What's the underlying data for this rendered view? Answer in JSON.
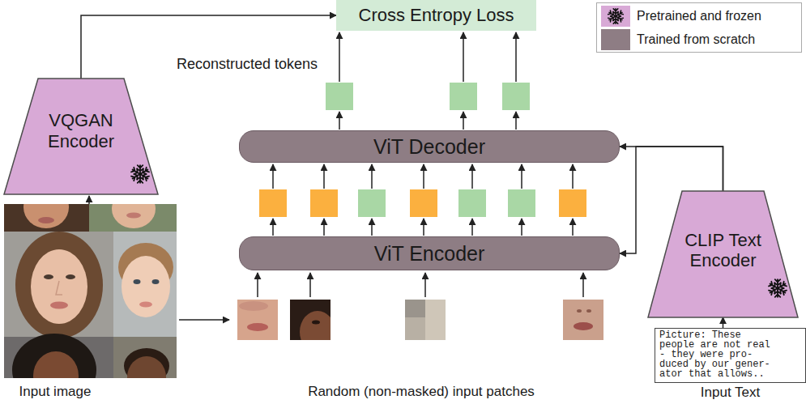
{
  "diagram": {
    "nodes": [
      {
        "text": [
          "Cross Entropy Loss"
        ]
      },
      {
        "text": [
          "VQGAN Encoder"
        ]
      },
      {
        "text": [
          "ViT Decoder"
        ]
      },
      {
        "text": [
          "ViT Encoder"
        ]
      },
      {
        "text": [
          "CLIP Text Encoder"
        ]
      },
      {
        "text": [
          "Picture: These people are not real - they were pro- duced by our gener- ator that allows..",
          "Input Text"
        ]
      }
    ],
    "edges": [
      {
        "from": 1,
        "to": 0,
        "arrow": "to"
      },
      {
        "from": 4,
        "to": 2,
        "arrow": "to"
      },
      {
        "from": 4,
        "to": 3,
        "arrow": "to"
      },
      {
        "from": 5,
        "to": 4,
        "arrow": "to"
      }
    ],
    "labels": [
      "Reconstructed tokens",
      "Input image",
      "Random (non-masked) input patches"
    ],
    "legend": [
      {
        "text": "Pretrained and frozen",
        "color": "#d8a9d6"
      },
      {
        "text": "Trained from scratch",
        "color": "#8e7d84"
      }
    ]
  }
}
